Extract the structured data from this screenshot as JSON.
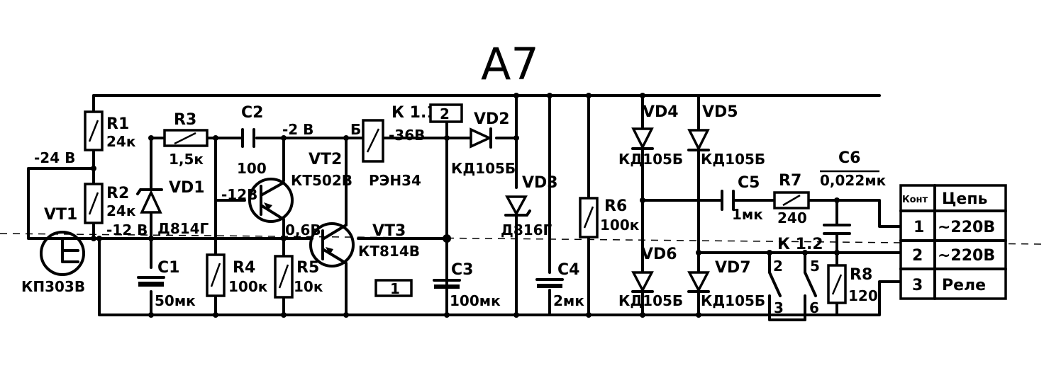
{
  "title": "A7",
  "voltages": {
    "v_minus24": "-24 В",
    "v_minus2": "-2 В",
    "v_minus12": "-12В",
    "v_minus12b": "-12 В",
    "v_minus06": "0,6В",
    "v_minus36": "-36В"
  },
  "components": {
    "r1": {
      "name": "R1",
      "value": "24к"
    },
    "r2": {
      "name": "R2",
      "value": "24к"
    },
    "r3": {
      "name": "R3",
      "value": "1,5к"
    },
    "r4": {
      "name": "R4",
      "value": "100к"
    },
    "r5": {
      "name": "R5",
      "value": "10к"
    },
    "r6": {
      "name": "R6",
      "value": "100к"
    },
    "r7": {
      "name": "R7",
      "value": "240"
    },
    "r8": {
      "name": "R8",
      "value": "120"
    },
    "c1": {
      "name": "C1",
      "value": "50мк"
    },
    "c2": {
      "name": "C2",
      "value": "100"
    },
    "c3": {
      "name": "C3",
      "value": "100мк"
    },
    "c4": {
      "name": "C4",
      "value": "2мк"
    },
    "c5": {
      "name": "C5",
      "value": "1мк"
    },
    "c6": {
      "name": "C6",
      "value": "0,022мк"
    },
    "vt1": {
      "name": "VT1",
      "value": "КП303В"
    },
    "vt2": {
      "name": "VT2",
      "value": "КТ502В"
    },
    "vt3": {
      "name": "VT3",
      "value": "КТ814В"
    },
    "vd1": {
      "name": "VD1",
      "value": "Д814Г"
    },
    "vd2": {
      "name": "VD2",
      "value": "КД105Б"
    },
    "vd3": {
      "name": "VD3",
      "value": "Д816Г"
    },
    "vd4": {
      "name": "VD4",
      "value": "КД105Б"
    },
    "vd5": {
      "name": "VD5",
      "value": "КД105Б"
    },
    "vd6": {
      "name": "VD6",
      "value": "КД105Б"
    },
    "vd7": {
      "name": "VD7",
      "value": "КД105Б"
    },
    "relay": {
      "name": "К 1.1",
      "value": "РЭН34"
    }
  },
  "relay_contacts": {
    "label": "К 1.2",
    "pin_2": "2",
    "pin_5": "5",
    "pin_3": "3",
    "pin_6": "6"
  },
  "pins": {
    "relay_pin_2": "2",
    "relay_pin_1": "1",
    "emitter_b": "Б"
  },
  "connector_table": {
    "headers": [
      "Конт",
      "Цепь"
    ],
    "rows": [
      {
        "contact": "1",
        "circuit": "~220В"
      },
      {
        "contact": "2",
        "circuit": "~220В"
      },
      {
        "contact": "3",
        "circuit": "Реле"
      }
    ]
  }
}
